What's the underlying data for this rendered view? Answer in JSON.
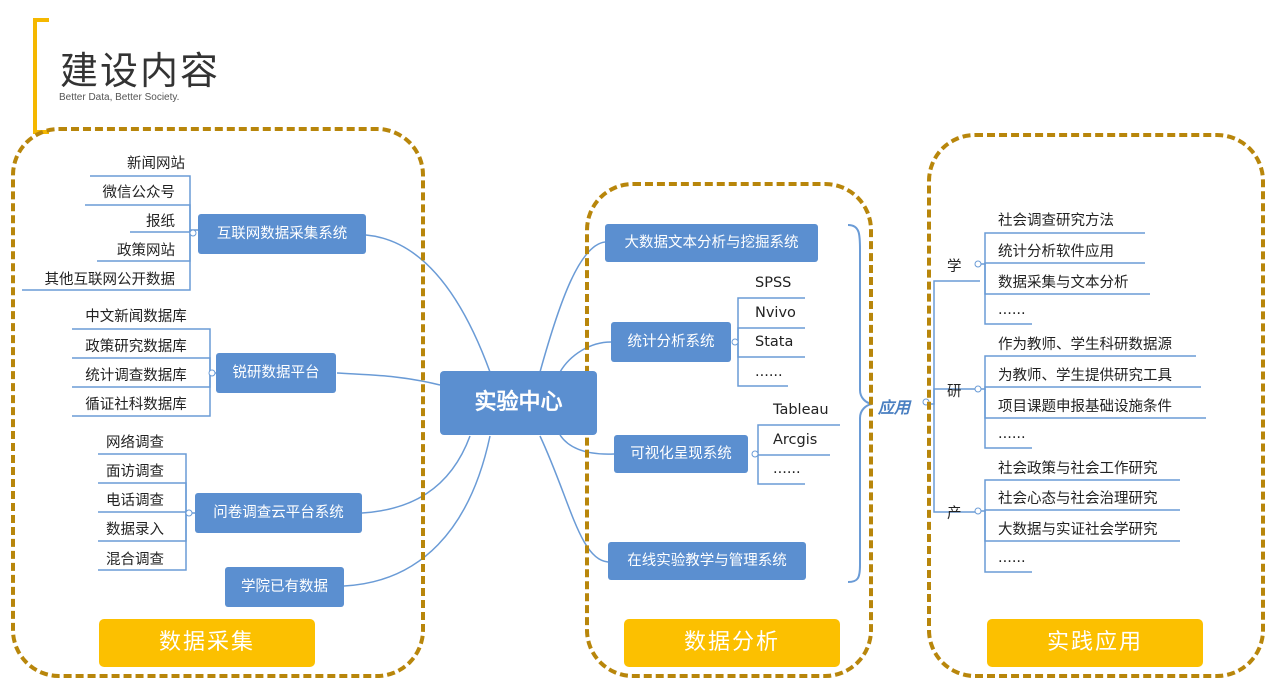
{
  "header": {
    "title": "建设内容",
    "subtitle": "Better Data, Better Society."
  },
  "center": "实验中心",
  "footers": {
    "collect": "数据采集",
    "analysis": "数据分析",
    "practice": "实践应用"
  },
  "collect": {
    "internet": {
      "label": "互联网数据采集系统",
      "items": [
        "新闻网站",
        "微信公众号",
        "报纸",
        "政策网站",
        "其他互联网公开数据"
      ]
    },
    "ruiyan": {
      "label": "锐研数据平台",
      "items": [
        "中文新闻数据库",
        "政策研究数据库",
        "统计调查数据库",
        "循证社科数据库"
      ]
    },
    "survey": {
      "label": "问卷调查云平台系统",
      "items": [
        "网络调查",
        "面访调查",
        "电话调查",
        "数据录入",
        "混合调查"
      ]
    },
    "existing": {
      "label": "学院已有数据"
    }
  },
  "analysis": {
    "text_mining": {
      "label": "大数据文本分析与挖掘系统"
    },
    "stats": {
      "label": "统计分析系统",
      "items": [
        "SPSS",
        "Nvivo",
        "Stata",
        "......"
      ]
    },
    "viz": {
      "label": "可视化呈现系统",
      "items": [
        "Tableau",
        "Arcgis",
        "......"
      ]
    },
    "online": {
      "label": "在线实验教学与管理系统"
    }
  },
  "application": {
    "label": "应用",
    "xue": {
      "label": "学",
      "items": [
        "社会调查研究方法",
        "统计分析软件应用",
        "数据采集与文本分析",
        "......"
      ]
    },
    "yan": {
      "label": "研",
      "items": [
        "作为教师、学生科研数据源",
        "为教师、学生提供研究工具",
        "项目课题申报基础设施条件",
        "......"
      ]
    },
    "chan": {
      "label": "产",
      "items": [
        "社会政策与社会工作研究",
        "社会心态与社会治理研究",
        "大数据与实证社会学研究",
        "......"
      ]
    }
  },
  "colors": {
    "box": "#5b8fd0",
    "line": "#5b8fd0",
    "accent": "#fcc000",
    "border": "#b8860b"
  }
}
